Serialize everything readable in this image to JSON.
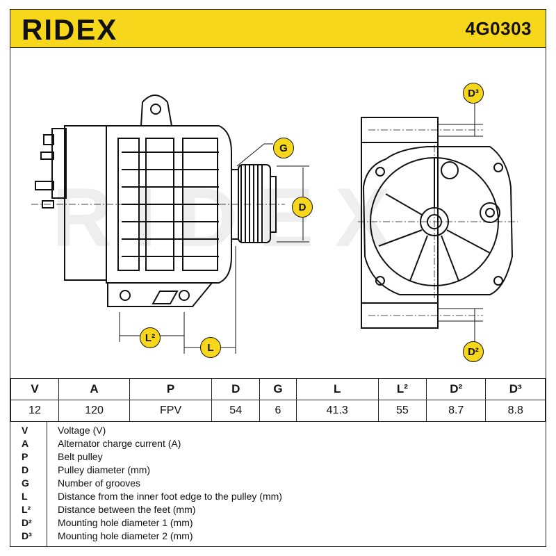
{
  "header": {
    "brand": "RIDEX",
    "part_number": "4G0303",
    "color": "#f7d71c"
  },
  "drawing": {
    "watermark": "RIDEX",
    "callouts": {
      "g": "G",
      "d": "D",
      "l": "L",
      "l2": "L²",
      "d2": "D²",
      "d3": "D³"
    }
  },
  "specs": {
    "headers": [
      "V",
      "A",
      "P",
      "D",
      "G",
      "L",
      "L²",
      "D²",
      "D³"
    ],
    "values": [
      "12",
      "120",
      "FPV",
      "54",
      "6",
      "41.3",
      "55",
      "8.7",
      "8.8"
    ]
  },
  "legend": [
    {
      "key": "V",
      "desc": "Voltage (V)"
    },
    {
      "key": "A",
      "desc": "Alternator charge current (A)"
    },
    {
      "key": "P",
      "desc": "Belt pulley"
    },
    {
      "key": "D",
      "desc": "Pulley diameter (mm)"
    },
    {
      "key": "G",
      "desc": "Number of grooves"
    },
    {
      "key": "L",
      "desc": "Distance from the inner foot edge to the pulley (mm)"
    },
    {
      "key": "L²",
      "desc": "Distance between the feet (mm)"
    },
    {
      "key": "D²",
      "desc": "Mounting hole diameter 1 (mm)"
    },
    {
      "key": "D³",
      "desc": "Mounting hole diameter 2 (mm)"
    }
  ]
}
